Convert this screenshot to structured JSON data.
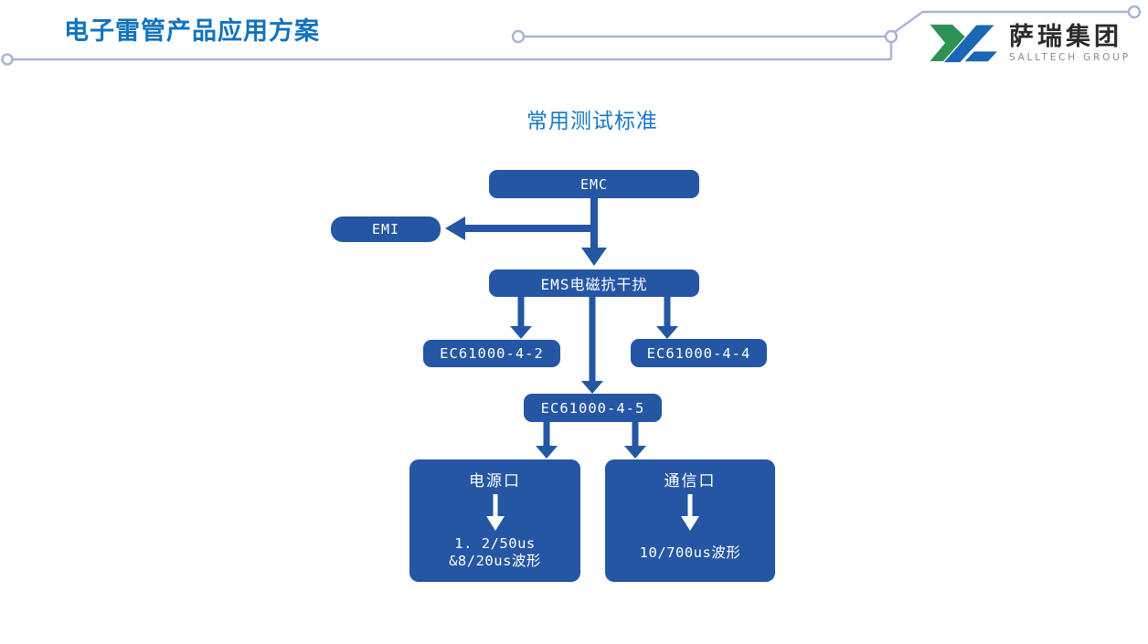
{
  "header": {
    "title": "电子雷管产品应用方案",
    "logo": {
      "name_cn": "萨瑞集团",
      "name_en": "SALLTECH GROUP"
    }
  },
  "diagram": {
    "title": "常用测试标准",
    "nodes": {
      "emc": {
        "label": "EMC"
      },
      "emi": {
        "label": "EMI"
      },
      "ems": {
        "label": "EMS电磁抗干扰"
      },
      "ec61000_4_2": {
        "label": "EC61000-4-2"
      },
      "ec61000_4_4": {
        "label": "EC61000-4-4"
      },
      "ec61000_4_5": {
        "label": "EC61000-4-5"
      },
      "power_port": {
        "label": "电源口",
        "detail_line1": "1. 2/50us",
        "detail_line2": "&8/20us波形"
      },
      "comm_port": {
        "label": "通信口",
        "detail_line1": "10/700us波形"
      }
    },
    "edges": [
      "EMC -> EMI",
      "EMC -> EMS电磁抗干扰",
      "EMS电磁抗干扰 -> EC61000-4-2",
      "EMS电磁抗干扰 -> EC61000-4-4",
      "EMS电磁抗干扰 -> EC61000-4-5",
      "EC61000-4-5 -> 电源口",
      "EC61000-4-5 -> 通信口"
    ]
  },
  "colors": {
    "node_fill": "#2456A4",
    "heading_blue": "#1272BE",
    "subtitle_blue": "#1478C8",
    "decor_line": "#A9B5D6",
    "logo_green": "#2E9254",
    "logo_blue": "#1B66B5",
    "logo_cn_text": "#2a2a2a",
    "logo_en_text": "#8a8a8a",
    "background": "#ffffff"
  }
}
